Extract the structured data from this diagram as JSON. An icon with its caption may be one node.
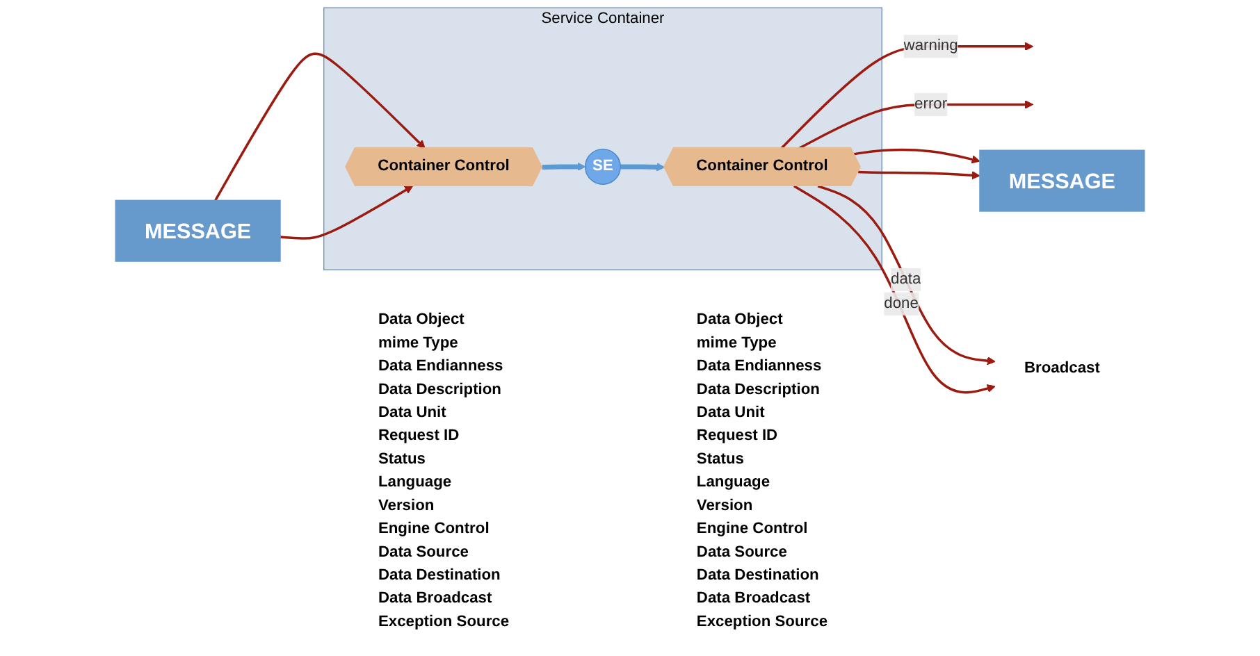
{
  "diagram": {
    "nodes": [
      {
        "text": [
          "MESSAGE"
        ],
        "beside": [
          "Data Object",
          "mime Type",
          "Data Endianness",
          "Data Description",
          "Data Unit",
          "Request ID",
          "Status",
          "Language",
          "Version",
          "Engine Control",
          "Data Source",
          "Data Destination",
          "Data Broadcast",
          "Exception Source"
        ]
      },
      {
        "text": [
          "Service Container"
        ]
      },
      {
        "text": [
          "Container Control"
        ],
        "in": 1
      },
      {
        "text": [
          "SE"
        ],
        "in": 1
      },
      {
        "text": [
          "Container Control"
        ],
        "in": 1
      },
      {
        "text": [
          "MESSAGE"
        ],
        "beside": [
          "Data Object",
          "mime Type",
          "Data Endianness",
          "Data Description",
          "Data Unit",
          "Request ID",
          "Status",
          "Language",
          "Version",
          "Engine Control",
          "Data Source",
          "Data Destination",
          "Data Broadcast",
          "Exception Source"
        ]
      },
      {
        "text": [
          "Broadcast"
        ]
      }
    ],
    "edges": [
      {
        "from": 0,
        "to": 2,
        "arrow": "to"
      },
      {
        "from": 0,
        "to": 2,
        "arrow": "to"
      },
      {
        "from": 2,
        "to": 3,
        "arrow": "to",
        "style": "thick",
        "color": "#5b9bd5"
      },
      {
        "from": 3,
        "to": 4,
        "arrow": "to",
        "style": "thick",
        "color": "#5b9bd5"
      },
      {
        "from": 4,
        "to": null,
        "arrow": "to",
        "label": "warning"
      },
      {
        "from": 4,
        "to": null,
        "arrow": "to",
        "label": "error"
      },
      {
        "from": 4,
        "to": 5,
        "arrow": "to"
      },
      {
        "from": 4,
        "to": 5,
        "arrow": "to"
      },
      {
        "from": 4,
        "to": 6,
        "arrow": "to",
        "label": "data"
      },
      {
        "from": 4,
        "to": 6,
        "arrow": "to",
        "label": "done"
      }
    ]
  }
}
